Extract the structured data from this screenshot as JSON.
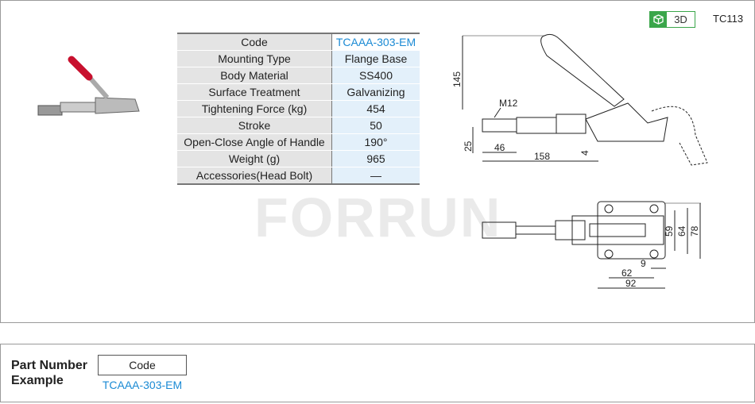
{
  "badge": {
    "label": "3D",
    "icon": "cube-icon",
    "color": "#3aa64a"
  },
  "model_code": "TC113",
  "watermark": "FORRUN",
  "spec_table": [
    {
      "key": "Code",
      "value": "TCAAA-303-EM"
    },
    {
      "key": "Mounting Type",
      "value": "Flange Base"
    },
    {
      "key": "Body Material",
      "value": "SS400"
    },
    {
      "key": "Surface Treatment",
      "value": "Galvanizing"
    },
    {
      "key": "Tightening Force (kg)",
      "value": "454"
    },
    {
      "key": "Stroke",
      "value": "50"
    },
    {
      "key": "Open-Close  Angle of Handle",
      "value": "190°"
    },
    {
      "key": "Weight (g)",
      "value": "965"
    },
    {
      "key": "Accessories(Head Bolt)",
      "value": "—"
    }
  ],
  "drawing": {
    "side": {
      "height": "145",
      "thread": "M12",
      "d25": "25",
      "d46": "46",
      "d158": "158",
      "d4": "4"
    },
    "top": {
      "d59": "59",
      "d64": "64",
      "d78": "78",
      "d9": "9",
      "d62": "62",
      "d92": "92"
    }
  },
  "example": {
    "title_line1": "Part Number",
    "title_line2": "Example",
    "code_label": "Code",
    "code_value": "TCAAA-303-EM"
  }
}
